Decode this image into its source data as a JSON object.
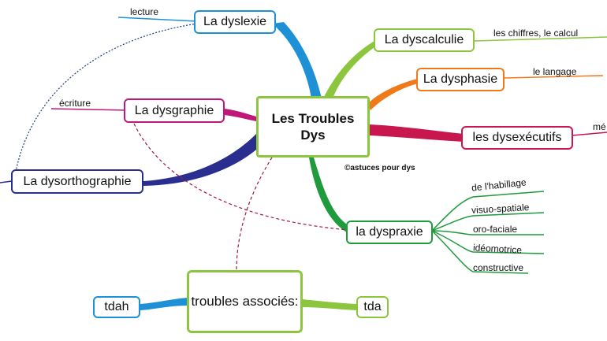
{
  "center": {
    "line1": "Les Troubles",
    "line2": "Dys"
  },
  "copyright": "©astuces pour dys",
  "nodes": {
    "dyslexie": "La dyslexie",
    "dysgraphie": "La dysgraphie",
    "dysorthographie": "La dysorthographie",
    "dyscalculie": "La dyscalculie",
    "dysphasie": "La dysphasie",
    "dysexecutifs": "les dysexécutifs",
    "dyspraxie": "la dyspraxie",
    "associes": "troubles associés:",
    "tdah": "tdah",
    "tda": "tda"
  },
  "labels": {
    "lecture": "lecture",
    "ecriture": "écriture",
    "chiffres": "les chiffres, le calcul",
    "langage": "le langage",
    "dysexecutifs_cut": "mé",
    "habillage": "de l'habillage",
    "visuo": "visuo-spatiale",
    "oro": "oro-faciale",
    "ideo": "idéomotrice",
    "constructive": "constructive"
  },
  "colors": {
    "dyslexie": "#1e90d6",
    "dysgraphie": "#c0187a",
    "dysorthographie": "#2a2f8f",
    "dyscalculie": "#8cc63f",
    "dysphasie": "#f07a1a",
    "dysexecutifs": "#c8164e",
    "dyspraxie": "#1f9a3c",
    "associes": "#8cc63f",
    "tdah": "#1e90d6",
    "dashed": "#a0193c"
  }
}
